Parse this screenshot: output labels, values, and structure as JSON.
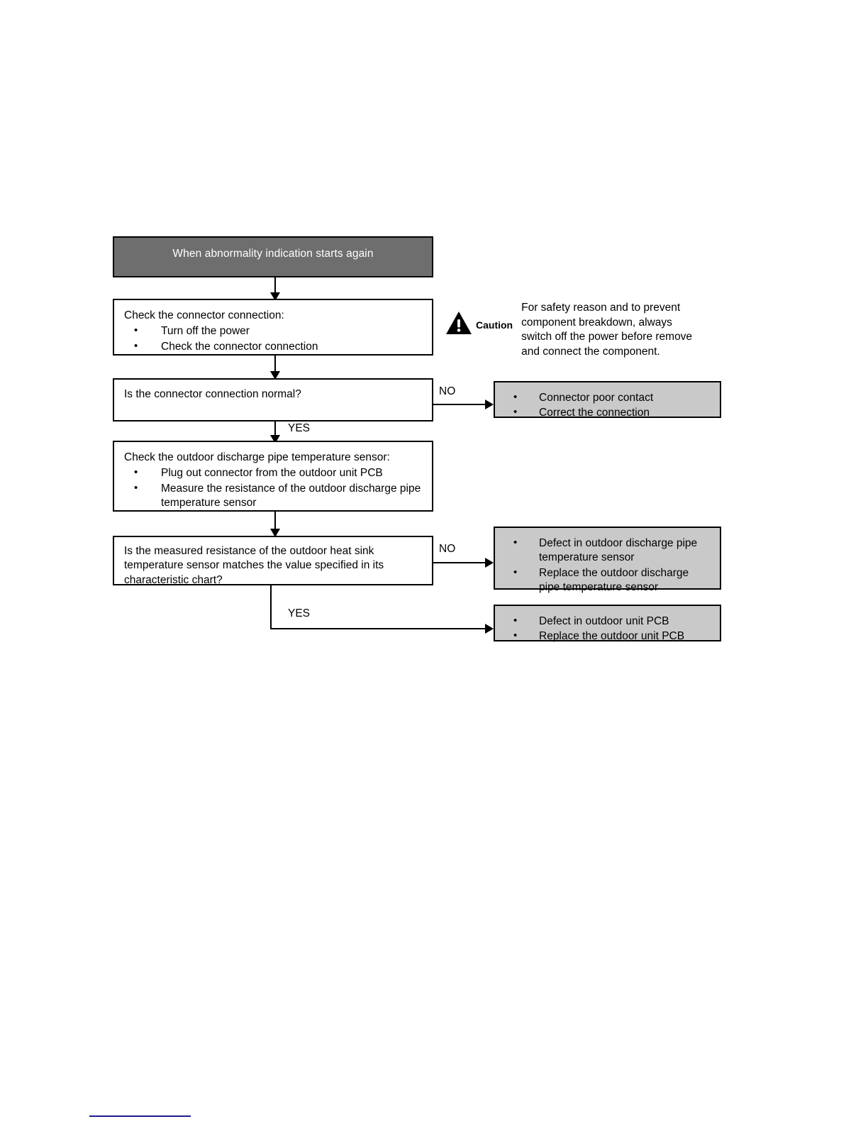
{
  "diagram": {
    "title": "When abnormality indication starts again",
    "header": {
      "label": "When abnormality indication starts again",
      "bg_color": "#6e6e6e",
      "text_color": "#ffffff"
    },
    "caution": {
      "word": "Caution",
      "icon": "warning-triangle-icon",
      "text": "For safety reason and to prevent component breakdown, always switch off the power before remove and connect the component."
    },
    "steps": {
      "check_connector": {
        "lead": "Check the connector connection:",
        "bullets": [
          "Turn off the power",
          "Check the connector connection"
        ]
      },
      "check_sensor": {
        "lead": "Check the outdoor discharge pipe temperature sensor:",
        "bullets": [
          "Plug out connector from the outdoor unit PCB",
          "Measure the resistance of the outdoor discharge pipe temperature sensor"
        ]
      }
    },
    "decisions": {
      "connector_normal": {
        "question": "Is the connector connection normal?",
        "no_label": "NO",
        "yes_label": "YES"
      },
      "resistance_match": {
        "question": "Is the measured resistance of the outdoor heat sink temperature sensor matches the value specified in its characteristic chart?",
        "no_label": "NO",
        "yes_label": "YES"
      }
    },
    "outcomes": {
      "poor_contact": {
        "bullets": [
          "Connector poor contact",
          "Correct the connection"
        ],
        "bg_color": "#c9c9c9"
      },
      "sensor_defect": {
        "bullets": [
          "Defect in outdoor discharge pipe temperature sensor",
          "Replace the outdoor discharge pipe temperature sensor"
        ],
        "bg_color": "#c9c9c9"
      },
      "pcb_defect": {
        "bullets": [
          "Defect in outdoor unit PCB",
          "Replace the outdoor unit PCB"
        ],
        "bg_color": "#c9c9c9"
      }
    },
    "footer": {
      "rule_color": "#1b1b8f"
    }
  }
}
